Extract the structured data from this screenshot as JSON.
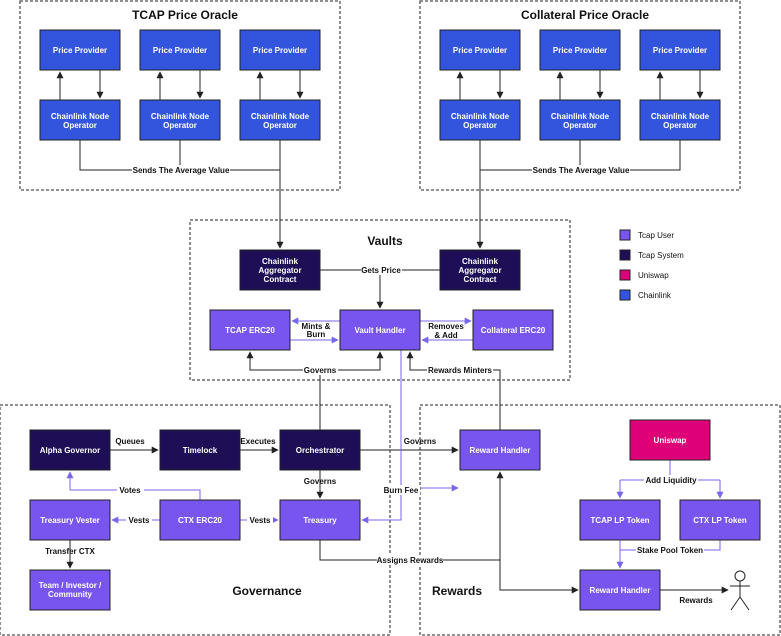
{
  "colors": {
    "user": "#7755ee",
    "system": "#1e0e56",
    "uniswap": "#dd0077",
    "chainlink": "#3355dd",
    "line_dark": "#222222",
    "line_purple": "#7766ee"
  },
  "regions": {
    "tcap_oracle": "TCAP Price Oracle",
    "collateral_oracle": "Collateral Price Oracle",
    "vaults": "Vaults",
    "governance": "Governance",
    "rewards": "Rewards"
  },
  "nodes": {
    "price_provider": "Price Provider",
    "chainlink_node": [
      "Chainlink Node",
      "Operator"
    ],
    "aggregator": [
      "Chainlink",
      "Aggregator",
      "Contract"
    ],
    "tcap_erc20": "TCAP ERC20",
    "vault_handler": "Vault Handler",
    "collateral_erc20": "Collateral ERC20",
    "alpha_governor": "Alpha Governor",
    "timelock": "Timelock",
    "orchestrator": "Orchestrator",
    "reward_handler": "Reward Handler",
    "uniswap": "Uniswap",
    "treasury_vester": "Treasury Vester",
    "ctx_erc20": "CTX ERC20",
    "treasury": "Treasury",
    "tcap_lp": "TCAP LP Token",
    "ctx_lp": "CTX LP Token",
    "community": [
      "Team / Investor /",
      "Community"
    ]
  },
  "edges": {
    "sends_avg": "Sends The Average Value",
    "gets_price": "Gets Price",
    "mints_burn": [
      "Mints &",
      "Burn"
    ],
    "removes_add": [
      "Removes",
      "& Add"
    ],
    "governs": "Governs",
    "rewards_minters": "Rewards Minters",
    "queues": "Queues",
    "executes": "Executes",
    "votes": "Votes",
    "vests": "Vests",
    "burn_fee": "Burn Fee",
    "transfer_ctx": "Transfer CTX",
    "assigns_rewards": "Assigns Rewards",
    "add_liquidity": "Add Liquidity",
    "stake_pool_token": "Stake Pool Token",
    "rewards": "Rewards"
  },
  "legend": {
    "user": "Tcap User",
    "system": "Tcap System",
    "uniswap": "Uniswap",
    "chainlink": "Chainlink"
  }
}
